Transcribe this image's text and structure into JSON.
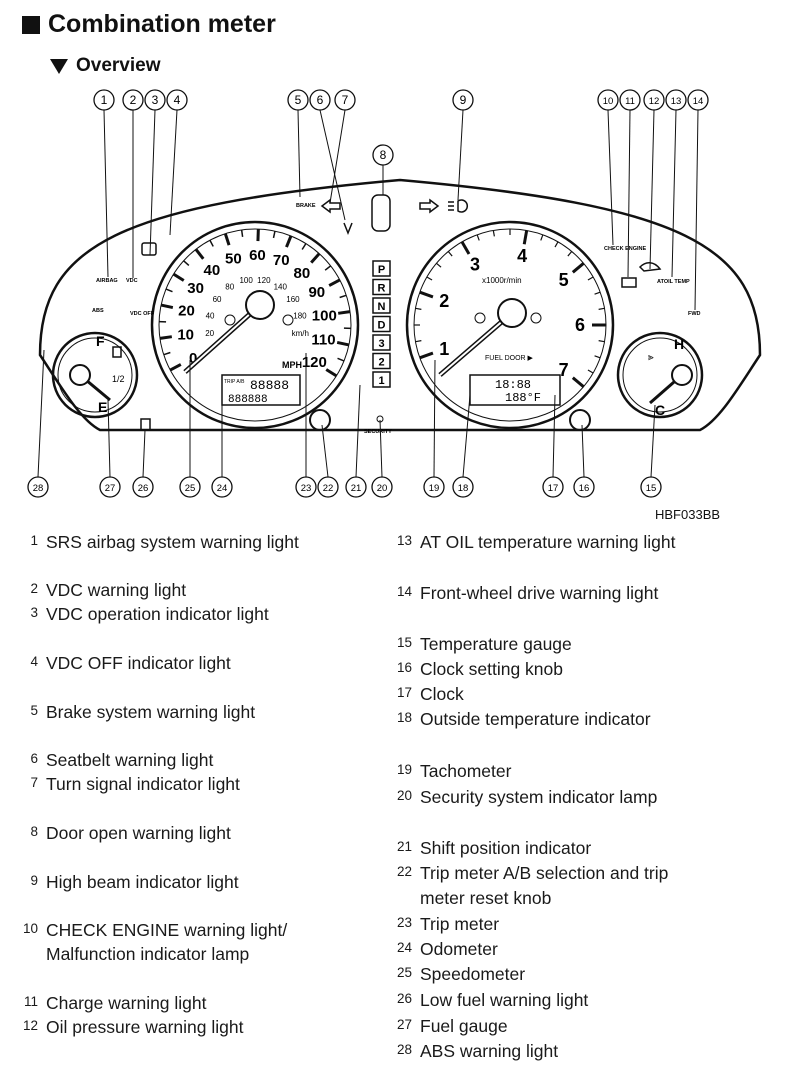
{
  "header": {
    "title": "Combination meter",
    "subtitle": "Overview"
  },
  "figure_code": "HBF033BB",
  "callouts": {
    "top": [
      "1",
      "2",
      "3",
      "4",
      "5",
      "6",
      "7",
      "8",
      "9",
      "10",
      "11",
      "12",
      "13",
      "14"
    ],
    "bottom": [
      "28",
      "27",
      "26",
      "25",
      "24",
      "23",
      "22",
      "21",
      "20",
      "19",
      "18",
      "17",
      "16",
      "15"
    ]
  },
  "gauge_labels": {
    "speedo": [
      "0",
      "10",
      "20",
      "30",
      "40",
      "50",
      "60",
      "70",
      "80",
      "90",
      "100",
      "110",
      "120"
    ],
    "speedo_unit": "MPH",
    "speedo_kmh": [
      "20",
      "40",
      "60",
      "80",
      "100",
      "120",
      "140",
      "160",
      "180",
      "km/h"
    ],
    "tacho": [
      "1",
      "2",
      "3",
      "4",
      "5",
      "6",
      "7"
    ],
    "tacho_unit": "x1000r/min",
    "fuel_door": "FUEL DOOR ▶",
    "fuel_marks": [
      "F",
      "1/2",
      "E"
    ],
    "temp_marks": [
      "H",
      "C"
    ],
    "shift": [
      "P",
      "R",
      "N",
      "D",
      "3",
      "2",
      "1"
    ],
    "odo_display": "88888",
    "trip_display": "888888",
    "trip_ab": "TRIP A/B",
    "clock_display": "18:88",
    "temp_display": "188°F",
    "security": "SECURITY",
    "lamp_labels": {
      "airbag": "AIRBAG",
      "vdc": "VDC",
      "vdc_off": "VDC OFF",
      "abs": "ABS",
      "brake": "BRAKE",
      "check_engine": "CHECK ENGINE",
      "atoil": "ATOIL TEMP",
      "fwd": "FWD"
    }
  },
  "legend_left": [
    {
      "num": "1",
      "text": "SRS airbag system warning light"
    },
    {
      "num": "2",
      "text": "VDC warning light"
    },
    {
      "num": "3",
      "text": "VDC operation indicator light"
    },
    {
      "num": "4",
      "text": "VDC OFF indicator light"
    },
    {
      "num": "5",
      "text": "Brake system warning light"
    },
    {
      "num": "6",
      "text": "Seatbelt warning light"
    },
    {
      "num": "7",
      "text": "Turn signal indicator light"
    },
    {
      "num": "8",
      "text": "Door open warning light"
    },
    {
      "num": "9",
      "text": "High beam indicator light"
    },
    {
      "num": "10",
      "text": "CHECK ENGINE warning light/"
    },
    {
      "num": "",
      "text": "Malfunction indicator lamp"
    },
    {
      "num": "11",
      "text": "Charge warning light"
    },
    {
      "num": "12",
      "text": "Oil pressure warning light"
    }
  ],
  "legend_right": [
    {
      "num": "13",
      "text": "AT OIL temperature warning light"
    },
    {
      "num": "14",
      "text": "Front-wheel drive warning light"
    },
    {
      "num": "15",
      "text": "Temperature gauge"
    },
    {
      "num": "16",
      "text": "Clock setting knob"
    },
    {
      "num": "17",
      "text": "Clock"
    },
    {
      "num": "18",
      "text": "Outside temperature indicator"
    },
    {
      "num": "19",
      "text": "Tachometer"
    },
    {
      "num": "20",
      "text": "Security system indicator lamp"
    },
    {
      "num": "21",
      "text": "Shift position indicator"
    },
    {
      "num": "22",
      "text": "Trip meter A/B selection and trip"
    },
    {
      "num": "",
      "text": "meter reset knob"
    },
    {
      "num": "23",
      "text": "Trip meter"
    },
    {
      "num": "24",
      "text": "Odometer"
    },
    {
      "num": "25",
      "text": "Speedometer"
    },
    {
      "num": "26",
      "text": "Low fuel warning light"
    },
    {
      "num": "27",
      "text": "Fuel gauge"
    },
    {
      "num": "28",
      "text": "ABS warning light"
    }
  ]
}
